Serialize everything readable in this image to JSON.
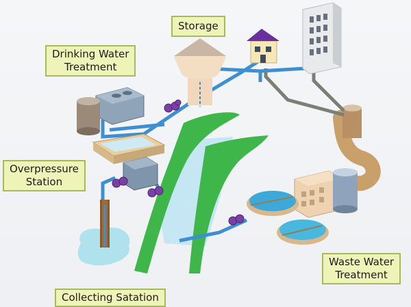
{
  "labels": {
    "storage": "Storage",
    "drinking_water_treatment": [
      "Drinking Water",
      "Treatment"
    ],
    "overpressure_station": [
      "Overpressure",
      "Station"
    ],
    "waste_water_treatment": [
      "Waste Water",
      "Treatment"
    ],
    "collecting_station": "Collecting Satation"
  },
  "colors": {
    "clean_pipe": "#3d8fd1",
    "waste_pipe": "#7a7f78",
    "sewer": "#c9a06a",
    "river_bank": "#3fb64a",
    "river_water": "#bfe6f3",
    "valve": "#7b3fa8",
    "label_fill": "#eef3b8",
    "label_border": "#a9b85a"
  },
  "icons": [
    "water-tower-icon",
    "house-icon",
    "office-building-icon",
    "treatment-plant-icon",
    "valve-icon",
    "well-icon",
    "factory-icon",
    "settling-tank-icon"
  ]
}
